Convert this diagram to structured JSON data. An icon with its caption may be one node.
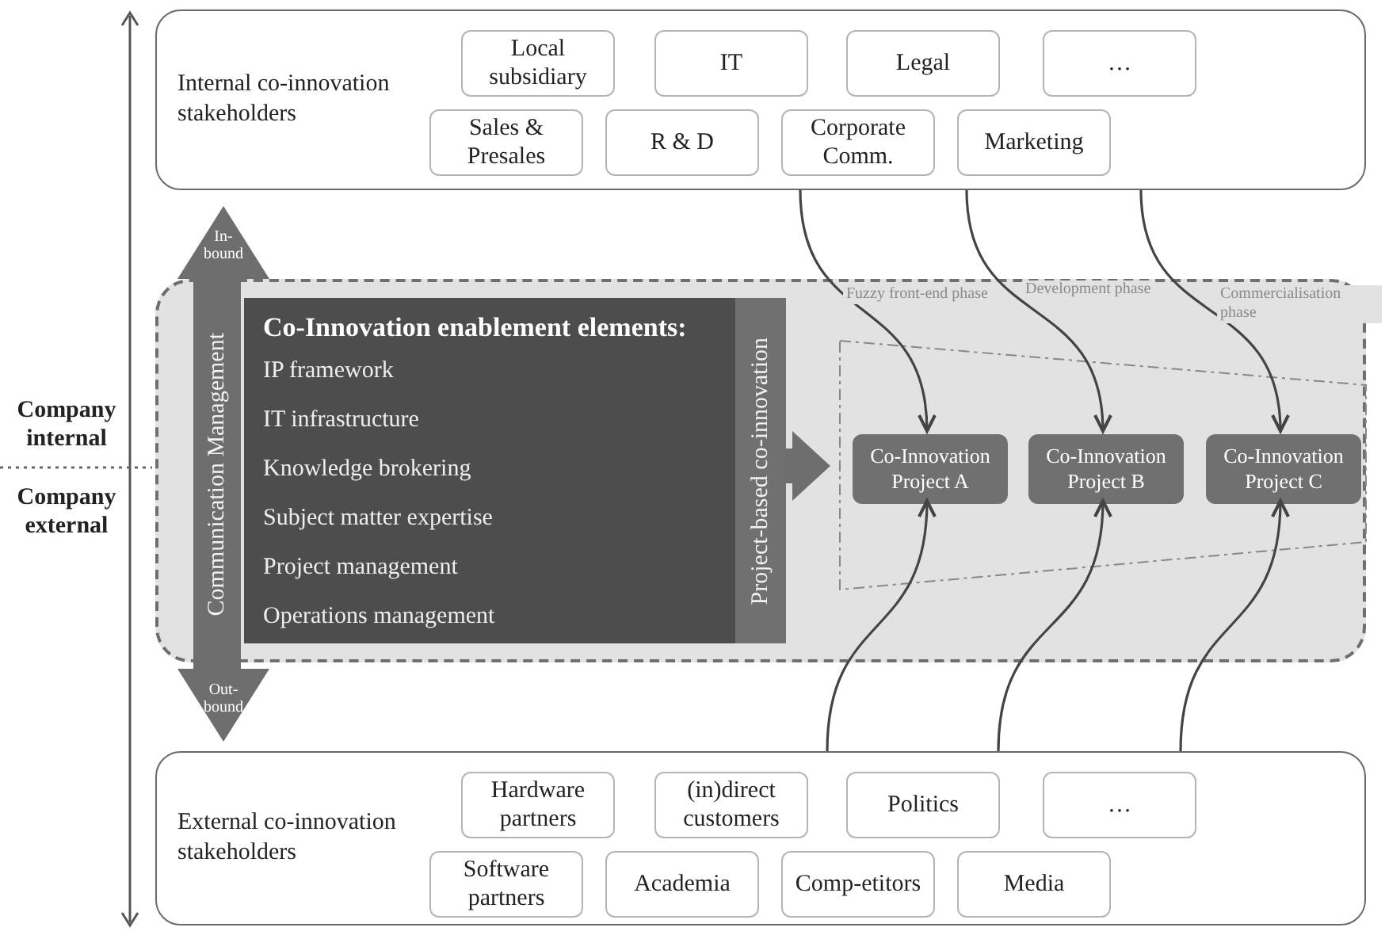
{
  "diagram": {
    "nodes": [
      {
        "text": [
          "Internal co-innovation stakeholders"
        ]
      },
      {
        "text": [
          "Local subsidiary"
        ],
        "in": 0
      },
      {
        "text": [
          "IT"
        ],
        "in": 0
      },
      {
        "text": [
          "Legal"
        ],
        "in": 0
      },
      {
        "text": [
          "…"
        ],
        "in": 0
      },
      {
        "text": [
          "Sales & Presales"
        ],
        "in": 0
      },
      {
        "text": [
          "R & D"
        ],
        "in": 0
      },
      {
        "text": [
          "Corporate Comm."
        ],
        "in": 0
      },
      {
        "text": [
          "Marketing"
        ],
        "in": 0
      },
      {
        "text": [],
        "shape": "box"
      },
      {
        "text": [
          "In-bound",
          "Communication Management",
          "Out-bound"
        ]
      },
      {
        "text": [
          "Co-Innovation enablement elements:",
          "IP framework",
          "IT infrastructure",
          "Knowledge brokering",
          "Subject matter expertise",
          "Project management",
          "Operations management"
        ],
        "in": 9
      },
      {
        "text": [
          "Project-based co-innovation"
        ],
        "in": 9
      },
      {
        "text": [
          "Co-Innovation Project A"
        ],
        "in": 9
      },
      {
        "text": [
          "Co-Innovation Project B"
        ],
        "in": 9
      },
      {
        "text": [
          "Co-Innovation Project C"
        ],
        "in": 9
      },
      {
        "text": [
          "External co-innovation stakeholders"
        ]
      },
      {
        "text": [
          "Hardware partners"
        ],
        "in": 16
      },
      {
        "text": [
          "(in)direct customers"
        ],
        "in": 16
      },
      {
        "text": [
          "Politics"
        ],
        "in": 16
      },
      {
        "text": [
          "…"
        ],
        "in": 16
      },
      {
        "text": [
          "Software partners"
        ],
        "in": 16
      },
      {
        "text": [
          "Academia"
        ],
        "in": 16
      },
      {
        "text": [
          "Comp-etitors"
        ],
        "in": 16
      },
      {
        "text": [
          "Media"
        ],
        "in": 16
      }
    ],
    "edges": [
      {
        "from": 0,
        "to": 13,
        "arrow": "to",
        "label": "Fuzzy front-end phase"
      },
      {
        "from": 0,
        "to": 14,
        "arrow": "to",
        "label": "Development phase"
      },
      {
        "from": 0,
        "to": 15,
        "arrow": "to",
        "label": "Commercialisation phase"
      },
      {
        "from": 16,
        "to": 13,
        "arrow": "to"
      },
      {
        "from": 16,
        "to": 14,
        "arrow": "to"
      },
      {
        "from": 16,
        "to": 15,
        "arrow": "to"
      },
      {
        "from": 12,
        "to": 13,
        "arrow": "to",
        "style": "thick"
      }
    ],
    "labels": [
      "Company internal",
      "Company external"
    ]
  }
}
